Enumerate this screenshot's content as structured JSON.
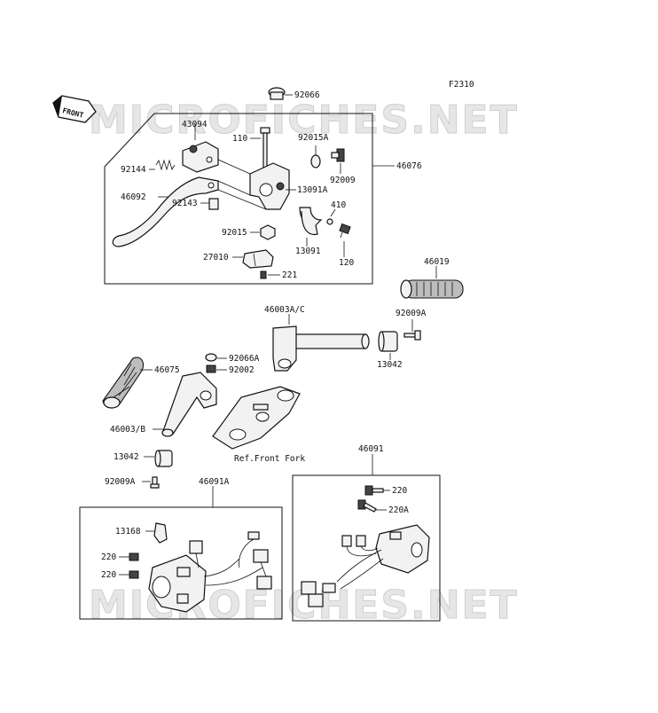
{
  "figure_code": "F2310",
  "watermark": "MICROFICHES.NET",
  "front_label": "FRONT",
  "ref_label": "Ref.Front Fork",
  "parts": {
    "p92066": "92066",
    "p43094": "43094",
    "p110": "110",
    "p92015A": "92015A",
    "p46076": "46076",
    "p92144": "92144",
    "p92009_top": "92009",
    "p13091A": "13091A",
    "p46092": "46092",
    "p92143": "92143",
    "p410": "410",
    "p92015": "92015",
    "p13091": "13091",
    "p27010": "27010",
    "p120": "120",
    "p221": "221",
    "p46019": "46019",
    "p92009A_right": "92009A",
    "p46003AC": "46003A/C",
    "p13042_right": "13042",
    "p92066A": "92066A",
    "p92002": "92002",
    "p46075": "46075",
    "p46003B": "46003/B",
    "p13042_left": "13042",
    "p92009A_left": "92009A",
    "p46091": "46091",
    "p46091A": "46091A",
    "p220_right": "220",
    "p220A": "220A",
    "p13168": "13168",
    "p220_left1": "220",
    "p220_left2": "220"
  }
}
